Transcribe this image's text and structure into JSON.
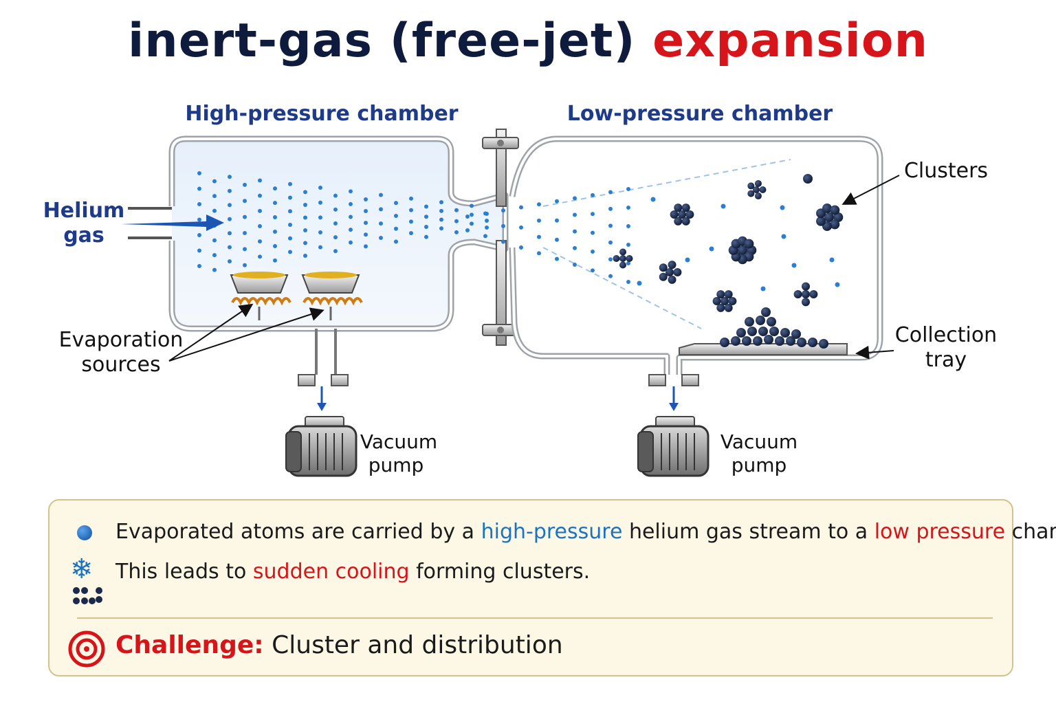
{
  "title": {
    "part1": "inert-gas (free-jet)",
    "part2": "expansion"
  },
  "labels": {
    "high_pressure": "High-pressure chamber",
    "low_pressure": "Low-pressure chamber",
    "helium_line1": "Helium",
    "helium_line2": "gas",
    "evap_line1": "Evaporation",
    "evap_line2": "sources",
    "clusters": "Clusters",
    "collection_line1": "Collection",
    "collection_line2": "tray",
    "pump1_line1": "Vacuum",
    "pump1_line2": "pump",
    "pump2_line1": "Vacuum",
    "pump2_line2": "pump"
  },
  "info": {
    "line1": {
      "a": "Evaporated atoms are carried by a ",
      "b": "high-pressure",
      "c": " helium gas stream to a ",
      "d": "low pressure",
      "e": " chamber."
    },
    "line2": {
      "a": "This leads to ",
      "b": "sudden cooling",
      "c": " forming clusters."
    },
    "challenge_label": "Challenge:",
    "challenge_text": "Cluster and distribution"
  },
  "colors": {
    "title": "#0f1b3d",
    "accent_red": "#d7141a",
    "accent_blue": "#1a73c2",
    "chamber_label": "#1e3a8a",
    "cluster": "#1b2a4a",
    "box_bg": "#fdf8e6"
  }
}
